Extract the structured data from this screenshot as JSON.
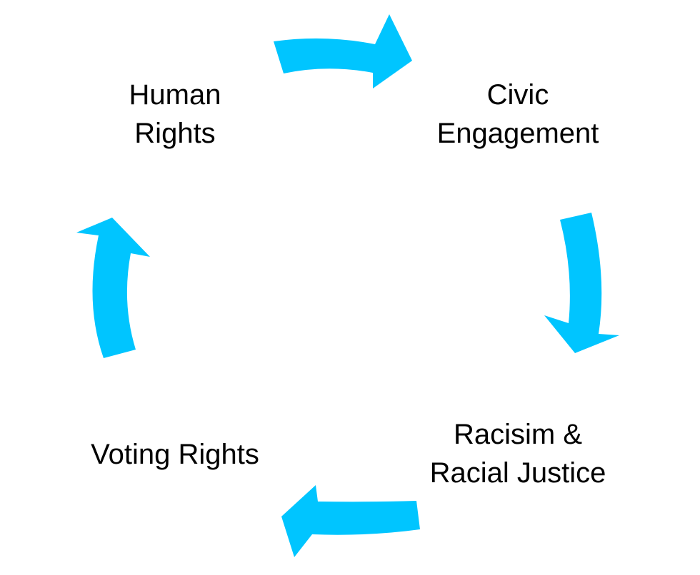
{
  "colors": {
    "arrow": "#00C5FF",
    "text": "#000000",
    "background": "#FFFFFF"
  },
  "nodes": {
    "human_rights": {
      "lines": [
        "Human",
        "Rights"
      ]
    },
    "civic_engagement": {
      "lines": [
        "Civic",
        "Engagement"
      ]
    },
    "racism": {
      "lines": [
        "Racisim &",
        "Racial Justice"
      ]
    },
    "voting_rights": {
      "lines": [
        "Voting Rights"
      ]
    }
  },
  "arrows": [
    {
      "from": "Human Rights",
      "to": "Civic Engagement",
      "direction": "right"
    },
    {
      "from": "Civic Engagement",
      "to": "Racisim & Racial Justice",
      "direction": "down"
    },
    {
      "from": "Racisim & Racial Justice",
      "to": "Voting Rights",
      "direction": "left"
    },
    {
      "from": "Voting Rights",
      "to": "Human Rights",
      "direction": "up"
    }
  ]
}
